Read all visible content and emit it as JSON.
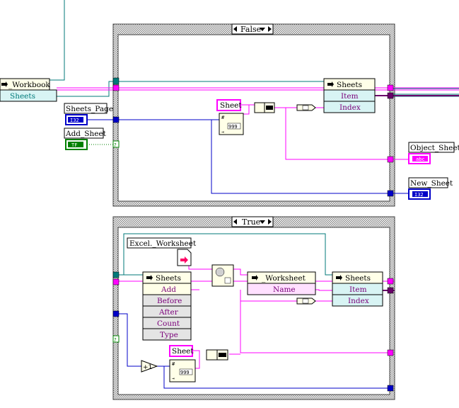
{
  "false_case": {
    "selector": "False",
    "constants": {
      "sheet": "Sheet"
    },
    "workbook_node": {
      "class": "_Workbook",
      "property": "Sheets"
    },
    "sheets_node": {
      "class": "Sheets",
      "items": [
        "Item",
        "Index"
      ]
    }
  },
  "true_case": {
    "selector": "True",
    "constants": {
      "sheet": "Sheet",
      "worksheet_ref": "Excel._Worksheet"
    },
    "sheets_add_node": {
      "class": "Sheets",
      "items": [
        "Add",
        "Before",
        "After",
        "Count",
        "Type"
      ]
    },
    "worksheet_node": {
      "class": "_Worksheet",
      "property": "Name"
    },
    "sheets_node": {
      "class": "Sheets",
      "items": [
        "Item",
        "Index"
      ]
    },
    "increment_label": "+1"
  },
  "controls": {
    "sheets_page": {
      "label": "Sheets_Page",
      "type": "I32"
    },
    "add_sheet": {
      "label": "Add_Sheet",
      "type": "TF"
    }
  },
  "indicators": {
    "object_sheet": {
      "label": "Object_Sheet",
      "type": "abc"
    },
    "new_sheet": {
      "label": "New_Sheet",
      "type": "I32"
    }
  },
  "format_spec": "999",
  "colors": {
    "refnum": "#007a7a",
    "string": "#ff00ff",
    "integer": "#0000c8",
    "boolean": "#008000",
    "frame": "#c0c0c0"
  }
}
